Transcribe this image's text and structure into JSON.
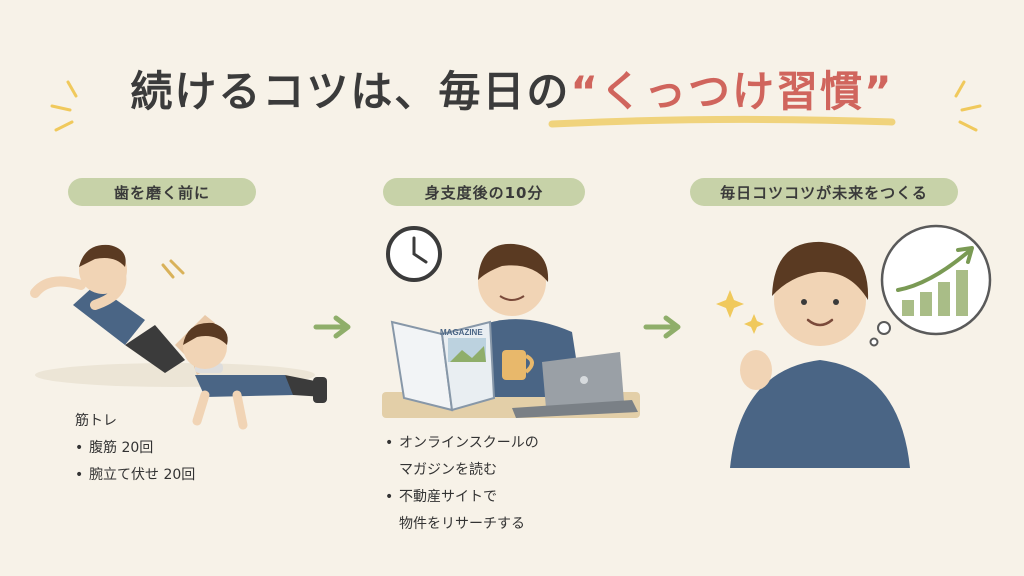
{
  "title": {
    "main": "続けるコツは、毎日の",
    "accent": "“くっつけ習慣”"
  },
  "steps": [
    {
      "label": "歯を磨く前に",
      "notes_heading": "筋トレ",
      "notes": [
        "腹筋 20回",
        "腕立て伏せ 20回"
      ]
    },
    {
      "label": "身支度後の10分",
      "notes": [
        [
          "オンラインスクールの",
          "マガジンを読む"
        ],
        [
          "不動産サイトで",
          "物件をリサーチする"
        ]
      ],
      "magazine_text": "MAGAZINE"
    },
    {
      "label": "毎日コツコツが未来をつくる"
    }
  ],
  "colors": {
    "background": "#f7f2e8",
    "title_accent": "#d0655d",
    "pill": "#c7d2a8",
    "arrow": "#8fae6a",
    "underline": "#f0d37c",
    "shirt": "#4a6585"
  }
}
